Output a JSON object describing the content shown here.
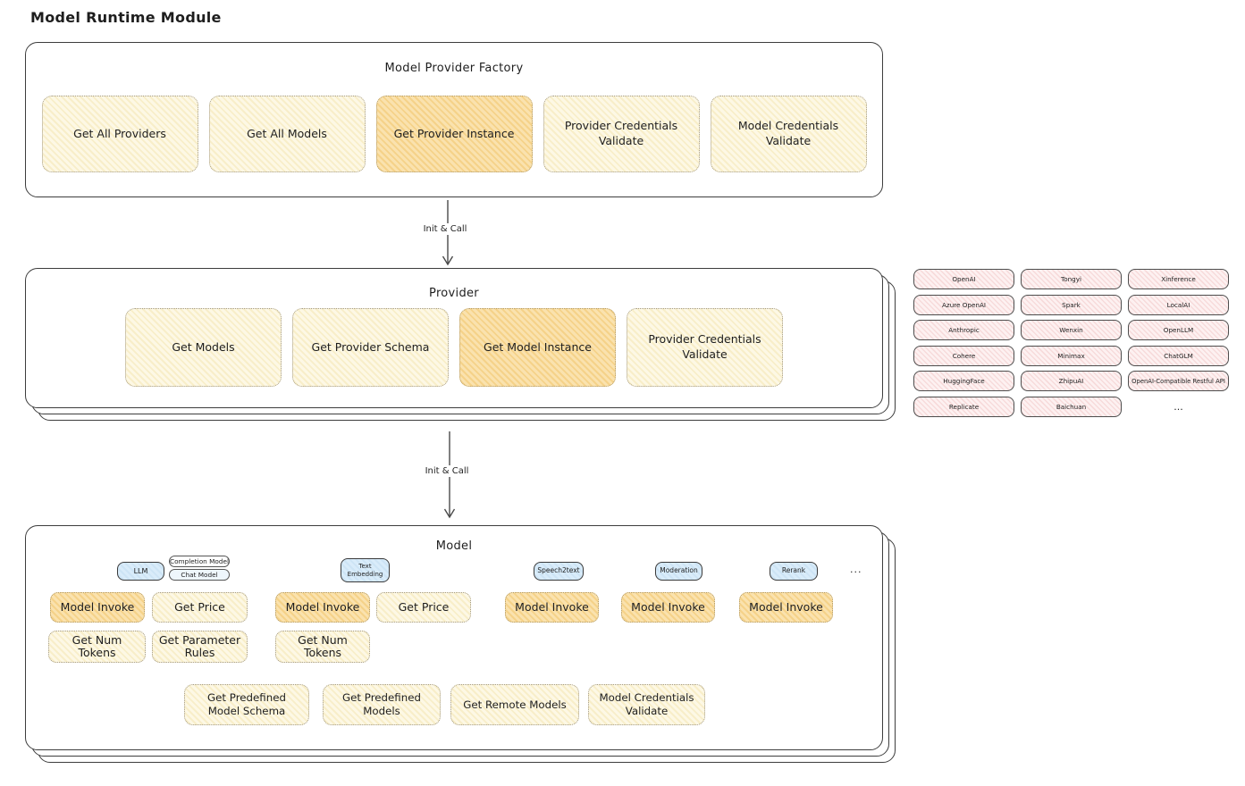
{
  "page_title": "Model Runtime Module",
  "factory": {
    "title": "Model Provider Factory",
    "boxes": [
      {
        "label": "Get All Providers",
        "highlighted": false
      },
      {
        "label": "Get All Models",
        "highlighted": false
      },
      {
        "label": "Get Provider Instance",
        "highlighted": true
      },
      {
        "label": "Provider Credentials Validate",
        "highlighted": false
      },
      {
        "label": "Model Credentials Validate",
        "highlighted": false
      }
    ]
  },
  "arrow1": {
    "label": "Init & Call"
  },
  "arrow2": {
    "label": "Init & Call"
  },
  "provider": {
    "title": "Provider",
    "boxes": [
      {
        "label": "Get Models",
        "highlighted": false
      },
      {
        "label": "Get Provider Schema",
        "highlighted": false
      },
      {
        "label": "Get Model Instance",
        "highlighted": true
      },
      {
        "label": "Provider Credentials Validate",
        "highlighted": false
      }
    ]
  },
  "providers_grid": {
    "items": [
      "OpenAI",
      "Tongyi",
      "Xinference",
      "Azure OpenAI",
      "Spark",
      "LocalAI",
      "Anthropic",
      "Wenxin",
      "OpenLLM",
      "Cohere",
      "Minimax",
      "ChatGLM",
      "HuggingFace",
      "ZhipuAI",
      "OpenAI-Compatible Restful API",
      "Replicate",
      "Baichuan"
    ],
    "ellipsis": "..."
  },
  "model": {
    "title": "Model",
    "tags": {
      "llm": "LLM",
      "completion_model": "Completion Model",
      "chat_model": "Chat Model",
      "text_embedding": "Text Embedding",
      "speech2text": "Speech2text",
      "moderation": "Moderation",
      "rerank": "Rerank",
      "ellipsis": "..."
    },
    "ops": {
      "llm_model_invoke": "Model Invoke",
      "llm_get_price": "Get Price",
      "llm_get_num_tokens": "Get Num Tokens",
      "llm_get_parameter_rules": "Get Parameter Rules",
      "te_model_invoke": "Model Invoke",
      "te_get_price": "Get Price",
      "te_get_num_tokens": "Get Num Tokens",
      "s2t_model_invoke": "Model Invoke",
      "moderation_model_invoke": "Model Invoke",
      "rerank_model_invoke": "Model Invoke"
    },
    "bottom": [
      {
        "label": "Get Predefined Model Schema"
      },
      {
        "label": "Get Predefined Models"
      },
      {
        "label": "Get Remote Models"
      },
      {
        "label": "Model Credentials Validate"
      }
    ]
  },
  "colors": {
    "box_yellow": "#fdf8e5",
    "box_orange": "#fae2ae",
    "box_pink": "#fdf1f1",
    "tag_blue": "#d9ecfa",
    "border_dark": "#3d3d3d"
  }
}
